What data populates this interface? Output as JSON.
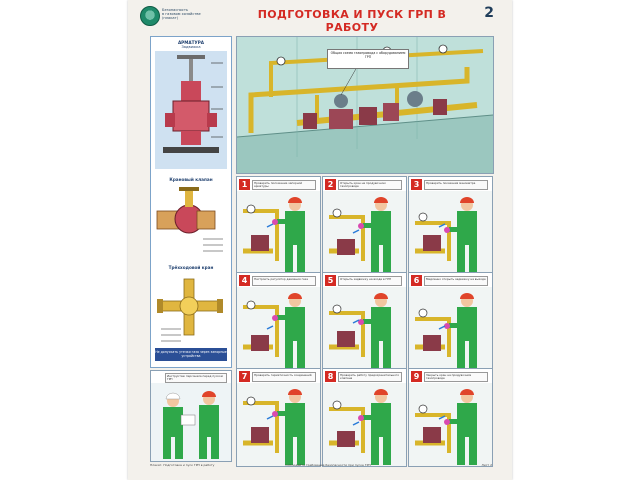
{
  "poster": {
    "title": "ПОДГОТОВКА И ПУСК ГРП В РАБОТУ",
    "page_number": "2",
    "logo_lines": [
      "Безопасность",
      "в газовом хозяйстве",
      "(плакат)"
    ]
  },
  "left_column": {
    "section_title": "АРМАТУРА",
    "sections": [
      {
        "title": "Задвижка"
      },
      {
        "title": "Крановый клапан"
      },
      {
        "title": "Трёхходовой кран"
      }
    ],
    "banner": "Не допускать утечки газа через запорные устройства"
  },
  "main_panel": {
    "callout": "Общая схема газопровода с оборудованием ГРП"
  },
  "steps": [
    {
      "num": "1",
      "caption": "Проверить положение запорной арматуры"
    },
    {
      "num": "2",
      "caption": "Открыть кран на продувочном газопроводе"
    },
    {
      "num": "3",
      "caption": "Проверить показания манометра"
    },
    {
      "num": "4",
      "caption": "Настроить регулятор давления газа"
    },
    {
      "num": "5",
      "caption": "Открыть задвижку на входе в ГРП"
    },
    {
      "num": "6",
      "caption": "Медленно открыть задвижку на выходе"
    },
    {
      "num": "7",
      "caption": "Проверить герметичность соединений"
    },
    {
      "num": "8",
      "caption": "Проверить работу предохранительного клапана"
    },
    {
      "num": "9",
      "caption": "Закрыть кран на продувочном газопроводе"
    }
  ],
  "left_step": {
    "caption": "Инструктаж персонала перед пуском ГРП"
  },
  "footer": {
    "left": "Плакат. Подготовка и пуск ГРП в работу",
    "center": "Соблюдайте требования безопасности при пуске ГРП",
    "right": "Лист 2"
  },
  "colors": {
    "title_red": "#d42a23",
    "pipe_yellow": "#d8b52a",
    "worker_green": "#2fa84a",
    "helmet_red": "#e0442a"
  }
}
